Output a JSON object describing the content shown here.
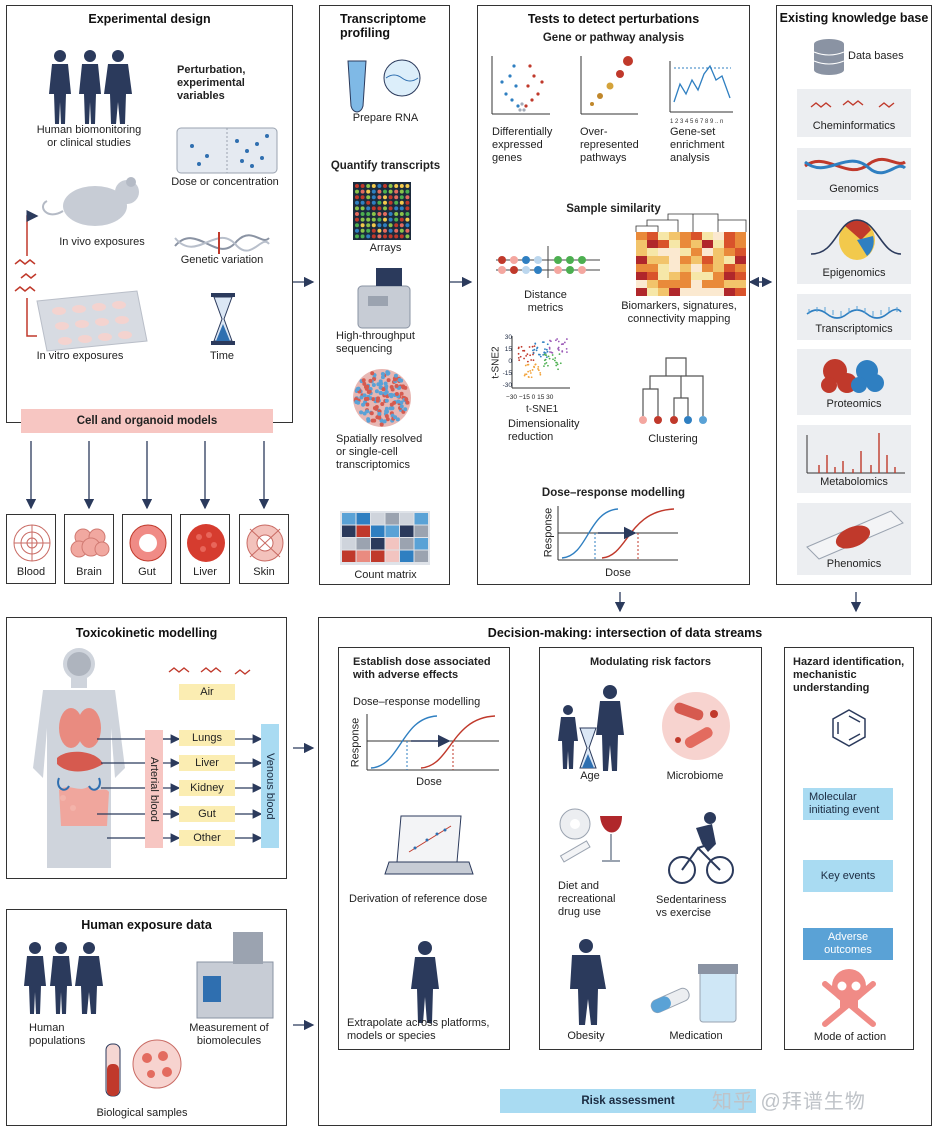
{
  "experimental": {
    "title": "Experimental design",
    "human": "Human biomonitoring\nor clinical studies",
    "vivo": "In vivo exposures",
    "vitro": "In vitro exposures",
    "perturb_title": "Perturbation,\nexperimental\nvariables",
    "dose": "Dose or concentration",
    "genetic": "Genetic variation",
    "time": "Time",
    "models": "Cell and organoid models"
  },
  "organoids": [
    "Blood",
    "Brain",
    "Gut",
    "Liver",
    "Skin"
  ],
  "transcriptome": {
    "title": "Transcriptome\nprofiling",
    "prepare": "Prepare RNA",
    "quantify": "Quantify transcripts",
    "arrays": "Arrays",
    "hts": "High-throughput\nsequencing",
    "spatial": "Spatially resolved\nor single-cell\ntranscriptomics",
    "count": "Count matrix"
  },
  "tests": {
    "title": "Tests to detect perturbations",
    "gene_title": "Gene or pathway analysis",
    "deg": "Differentially\nexpressed\ngenes",
    "over": "Over-\nrepresented\npathways",
    "gsea": "Gene-set\nenrichment\nanalysis",
    "gsea_ticks": "1 2 3 4 5 6 7 8 9 .. n",
    "sim_title": "Sample similarity",
    "distance": "Distance\nmetrics",
    "biomarkers": "Biomarkers, signatures,\nconnectivity mapping",
    "tsne_y": "t-SNE2",
    "tsne_x": "t-SNE1",
    "tsne_yticks": [
      "30",
      "15",
      "0",
      "-15",
      "-30"
    ],
    "tsne_xticks": "−30  −15   0   15  30",
    "dimred": "Dimensionality\nreduction",
    "clustering": "Clustering",
    "dr_title": "Dose–response modelling",
    "dr_ylabel": "Response",
    "dr_xlabel": "Dose"
  },
  "kb": {
    "title": "Existing knowledge base",
    "databases": "Data bases",
    "items": [
      "Cheminformatics",
      "Genomics",
      "Epigenomics",
      "Transcriptomics",
      "Proteomics",
      "Metabolomics",
      "Phenomics"
    ]
  },
  "toxico": {
    "title": "Toxicokinetic modelling",
    "air": "Air",
    "organs": [
      "Lungs",
      "Liver",
      "Kidney",
      "Gut",
      "Other"
    ],
    "arterial": "Arterial blood",
    "venous": "Venous blood"
  },
  "exposure": {
    "title": "Human exposure data",
    "populations": "Human\npopulations",
    "measurement": "Measurement of\nbiomolecules",
    "samples": "Biological samples"
  },
  "decision": {
    "title": "Decision-making: intersection of data streams",
    "dose_title": "Establish dose associated\nwith adverse effects",
    "dr": "Dose–response modelling",
    "dr_ylabel": "Response",
    "dr_xlabel": "Dose",
    "ref": "Derivation of reference dose",
    "extrap": "Extrapolate across platforms,\nmodels or species",
    "risk_title": "Modulating risk factors",
    "age": "Age",
    "microbiome": "Microbiome",
    "diet": "Diet and\nrecreational\ndrug use",
    "sedentary": "Sedentariness\nvs exercise",
    "obesity": "Obesity",
    "medication": "Medication",
    "hazard_title": "Hazard identification,\nmechanistic\nunderstanding",
    "mie": "Molecular\ninitiating event",
    "key": "Key events",
    "adverse": "Adverse\noutcomes",
    "moa": "Mode of action",
    "risk_assessment": "Risk assessment"
  },
  "watermark": "知乎 @拜谱生物",
  "colors": {
    "navy": "#2b3a5c",
    "blue_curve": "#2f7fc1",
    "red_curve": "#c0392b",
    "pink_band": "#f7c6c2"
  }
}
